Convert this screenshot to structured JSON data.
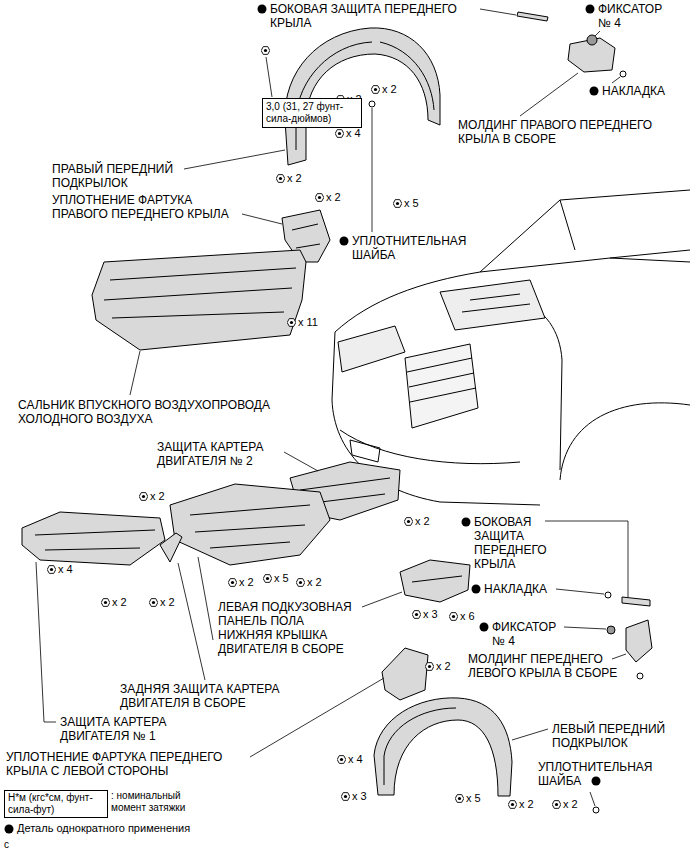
{
  "diagram": {
    "nodes": [
      {
        "text": [
          "3,0 (31, 27 фунт-сила-дюймов)"
        ]
      },
      {
        "text": [
          "Н*м (кгс*см, фунт-сила-фут)",
          ": номинальный момент затяжки"
        ]
      }
    ],
    "labels": [
      "БОКОВАЯ ЗАЩИТА ПЕРЕДНЕГО КРЫЛА",
      "ФИКСАТОР № 4",
      "НАКЛАДКА",
      "МОЛДИНГ ПРАВОГО ПЕРЕДНЕГО КРЫЛА В СБОРЕ",
      "x 2",
      "x 2",
      "x 4",
      "ПРАВЫЙ ПЕРЕДНИЙ ПОДКРЫЛОК",
      "x 2",
      "УПЛОТНЕНИЕ ФАРТУКА ПРАВОГО ПЕРЕДНЕГО КРЫЛА",
      "x 2",
      "x 5",
      "УПЛОТНИТЕЛЬНАЯ ШАЙБА",
      "x 11",
      "САЛЬНИК ВПУСКНОГО ВОЗДУХОПРОВОДА ХОЛОДНОГО ВОЗДУХА",
      "ЗАЩИТА КАРТЕРА ДВИГАТЕЛЯ № 2",
      "x 2",
      "БОКОВАЯ ЗАЩИТА ПЕРЕДНЕГО КРЫЛА",
      "x 4",
      "x 2",
      "x 2",
      "x 5",
      "x 2",
      "x 2",
      "x 2",
      "НАКЛАДКА",
      "x 3",
      "x 6",
      "ЛЕВАЯ ПОДКУЗОВНАЯ ПАНЕЛЬ ПОЛА",
      "НИЖНЯЯ КРЫШКА ДВИГАТЕЛЯ В СБОРЕ",
      "ФИКСАТОР № 4",
      "МОЛДИНГ ПЕРЕДНЕГО ЛЕВОГО КРЫЛА В СБОРЕ",
      "x 2",
      "ЗАДНЯЯ ЗАЩИТА КАРТЕРА ДВИГАТЕЛЯ В СБОРЕ",
      "ЗАЩИТА КАРТЕРА ДВИГАТЕЛЯ № 1",
      "ЛЕВЫЙ ПЕРЕДНИЙ ПОДКРЫЛОК",
      "УПЛОТНЕНИЕ ФАРТУКА ПЕРЕДНЕГО КРЫЛА С ЛЕВОЙ СТОРОНЫ",
      "x 4",
      "УПЛОТНИТЕЛЬНАЯ ШАЙБА",
      "x 3",
      "x 5",
      "x 2",
      "x 2",
      "c"
    ],
    "legend": [
      {
        "text": "Деталь однократного применения"
      }
    ]
  }
}
